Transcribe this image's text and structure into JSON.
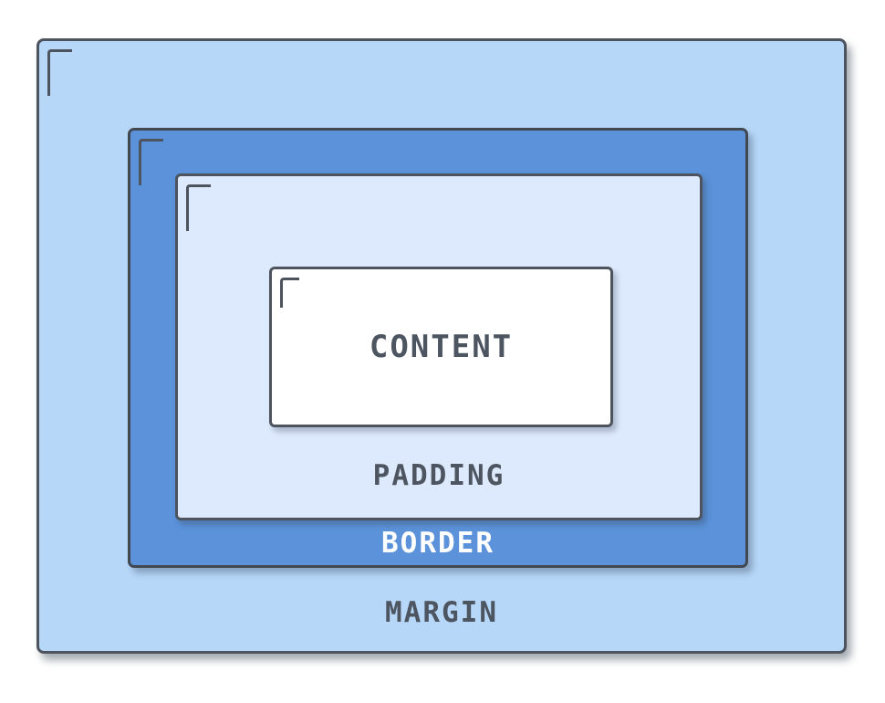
{
  "diagram": {
    "name": "css-box-model"
  },
  "boxes": {
    "margin": {
      "label": "MARGIN"
    },
    "border": {
      "label": "BORDER"
    },
    "padding": {
      "label": "PADDING"
    },
    "content": {
      "label": "CONTENT"
    }
  },
  "colors": {
    "margin_fill": "#b6d7f8",
    "border_fill": "#5b92d9",
    "padding_fill": "#dde9fc",
    "content_fill": "#ffffff",
    "stroke": "#4e545e",
    "label_dark": "#4d5560",
    "border_label_text": "#ffffff"
  }
}
